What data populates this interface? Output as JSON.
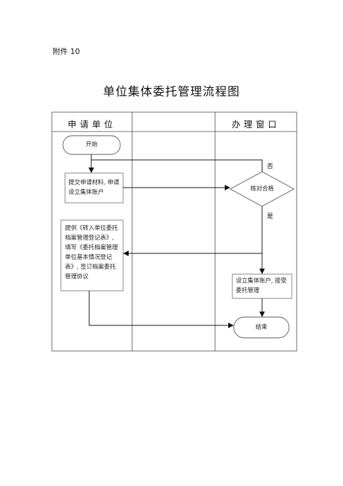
{
  "header": {
    "attachment_label": "附件 10",
    "title": "单位集体委托管理流程图"
  },
  "lanes": {
    "left": "申请单位",
    "middle": "",
    "right": "办理窗口"
  },
  "nodes": {
    "start": "开始",
    "submit": "提交申请材料, 申请设立集体账户",
    "check": "核对合格",
    "provide": "提供《转入单位委托档案管理登记表》, 填写《委托档案管理单位基本情况登记表》, 签订档案委托管理协议",
    "setup": "设立集体账户, 接受委托管理",
    "end": "结束"
  },
  "edge_labels": {
    "no": "否",
    "yes": "是"
  }
}
